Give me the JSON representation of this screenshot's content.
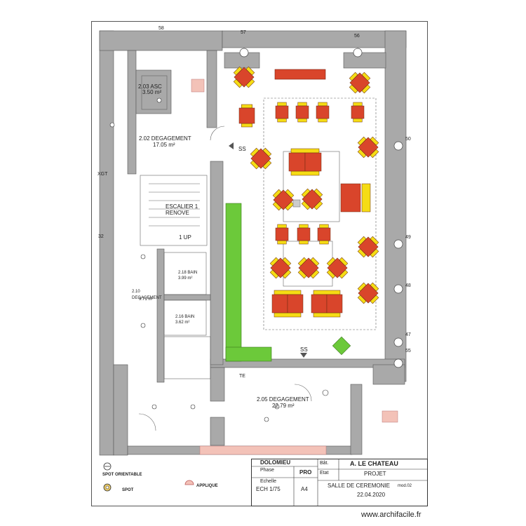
{
  "rooms": {
    "asc": {
      "name": "2.03 ASC",
      "area": "3.50 m²"
    },
    "deg202": {
      "name": "2.02 DEGAGEMENT",
      "area": "17.05 m²"
    },
    "escalier": {
      "name": "ESCALIER 1",
      "sub": "RENOVE"
    },
    "up": "1 UP",
    "bain1": {
      "name": "2.18 BAIN",
      "area": "3.99 m²"
    },
    "deg210": {
      "name": "2.10 DEGAGEMENT",
      "area": "9.71 m²"
    },
    "bain2": {
      "name": "2.16 BAIN",
      "area": "3.62 m²"
    },
    "deg205": {
      "name": "2.05 DEGAGEMENT",
      "area": "22.79 m²"
    }
  },
  "labels": {
    "ss_top": "SS",
    "ss_bottom": "SS",
    "te": "TE",
    "axis_58": "58",
    "axis_57": "57",
    "axis_56": "56",
    "axis_50": "50",
    "axis_49": "49",
    "axis_48": "48",
    "axis_47": "47",
    "axis_55": "55",
    "axis_32": "32",
    "axis_xgt": "XGT"
  },
  "legend": {
    "spot_orientable": "SPOT ORIENTABLE",
    "spot": "SPOT",
    "applique": "APPLIQUE"
  },
  "titleblock": {
    "client": "DOLOMIEU",
    "phase_label": "Phase",
    "phase_value": "PRO",
    "echelle_label": "Echelle",
    "echelle_value": "ECH 1/75",
    "format_value": "A4",
    "batiment_label": "Bât.",
    "batiment_value": "A. LE CHATEAU",
    "etat_label": "Etat",
    "etat_value": "PROJET",
    "description": "SALLE DE CEREMONIE",
    "modification": "mod.02",
    "date": "22.04.2020"
  },
  "watermark": "www.archifacile.fr",
  "colors": {
    "table": "#d9452b",
    "chair": "#f5dc14",
    "green": "#6cc93a",
    "wall": "#a9a9a9",
    "pink": "#f3c2b8"
  }
}
